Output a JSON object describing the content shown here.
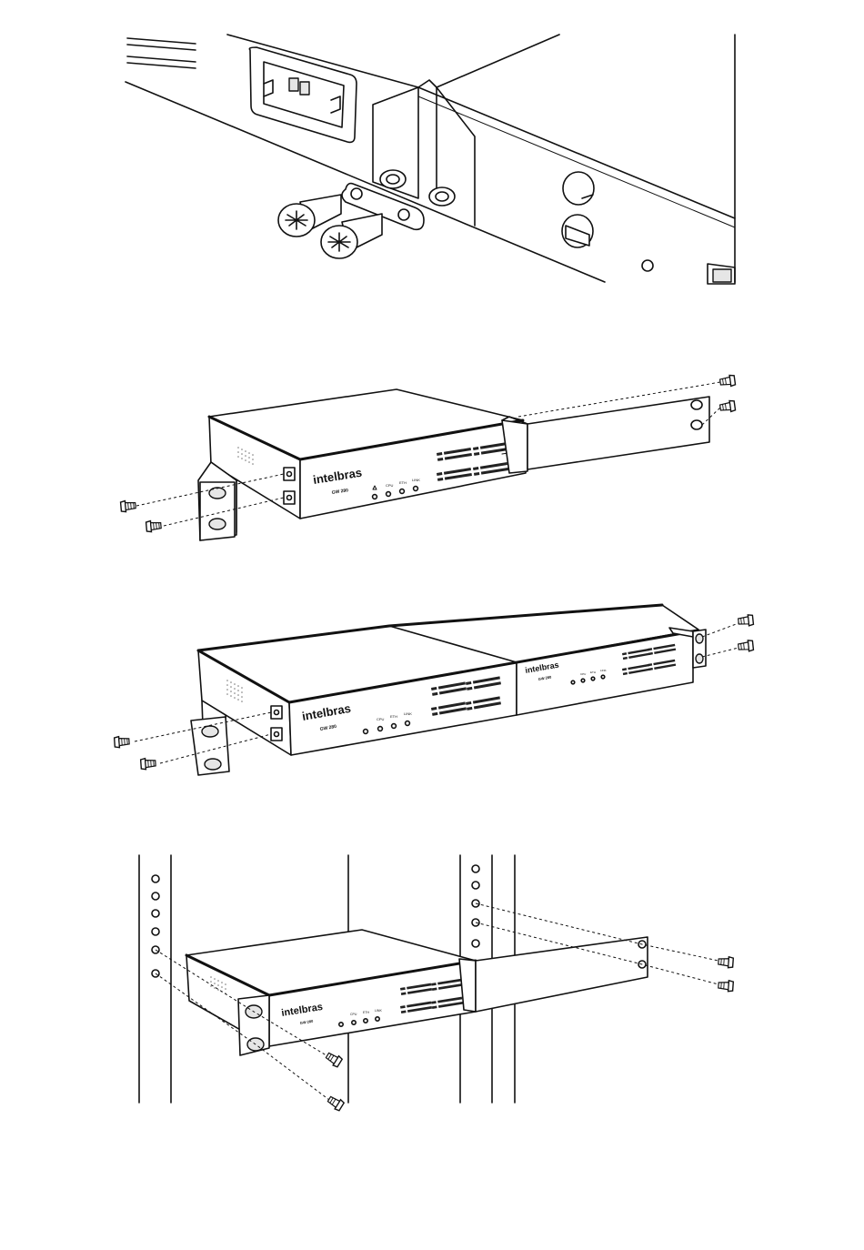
{
  "device": {
    "brand": "intelbras",
    "model": "GW 280",
    "leds": [
      "CPU",
      "ETH",
      "LINK"
    ]
  },
  "panels": [
    {
      "id": "feet-detail"
    },
    {
      "id": "single-unit-bracket"
    },
    {
      "id": "dual-unit-bracket"
    },
    {
      "id": "rack-installation"
    }
  ]
}
